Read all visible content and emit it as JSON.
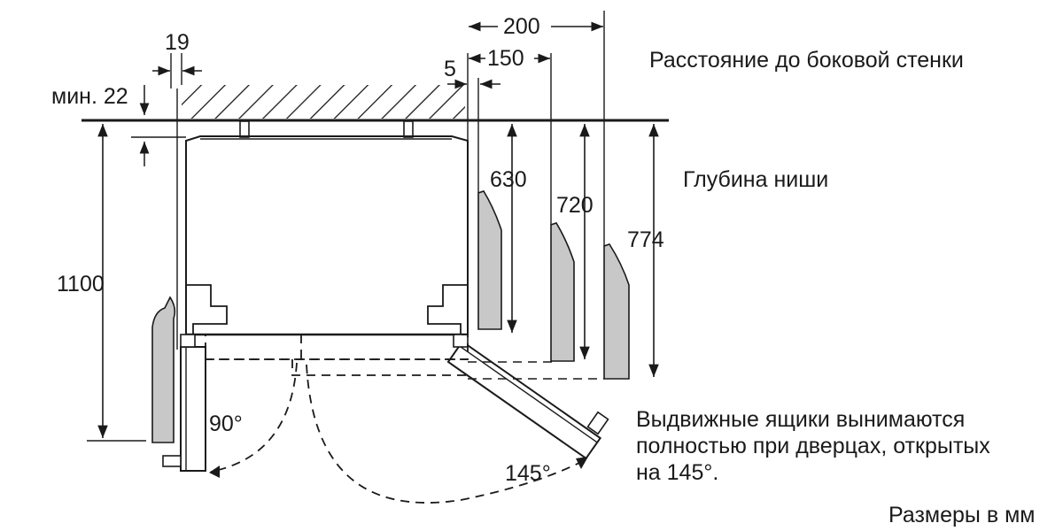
{
  "labels": {
    "side_wall_distance": "Расстояние до боковой стенки",
    "niche_depth": "Глубина ниши",
    "drawers_note_1": "Выдвижные ящики вынимаются",
    "drawers_note_2": "полностью при дверцах, открытых",
    "drawers_note_3": "на 145°.",
    "units": "Размеры в мм"
  },
  "dimensions": {
    "min_22": "мин. 22",
    "d19": "19",
    "d5": "5",
    "d150": "150",
    "d200": "200",
    "d630": "630",
    "d720": "720",
    "d774": "774",
    "d1100": "1100"
  },
  "angles": {
    "a90": "90°",
    "a145": "145°"
  },
  "colors": {
    "line": "#1a1a1a",
    "panel_fill": "#c8c8c8"
  }
}
